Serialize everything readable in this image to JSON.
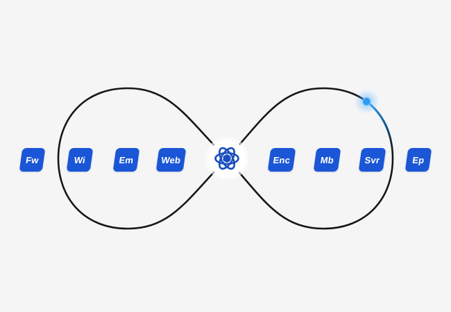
{
  "diagram": {
    "type": "infinity-loop",
    "badges": [
      {
        "label": "Fw"
      },
      {
        "label": "Wi"
      },
      {
        "label": "Em"
      },
      {
        "label": "Web"
      },
      {
        "label": "Enc"
      },
      {
        "label": "Mb"
      },
      {
        "label": "Svr"
      },
      {
        "label": "Ep"
      }
    ],
    "center_icon": "atom-icon",
    "moving_indicator": "glowing-dot-on-right-loop",
    "colors": {
      "background": "#f5f5f6",
      "curve": "#161616",
      "badge": "#1a56d6",
      "badge_text": "#ffffff",
      "atom": "#1b4fc0",
      "dot": "#2d9bf0",
      "glow": "#5cb5ff",
      "trail": "#35a1f7"
    }
  }
}
